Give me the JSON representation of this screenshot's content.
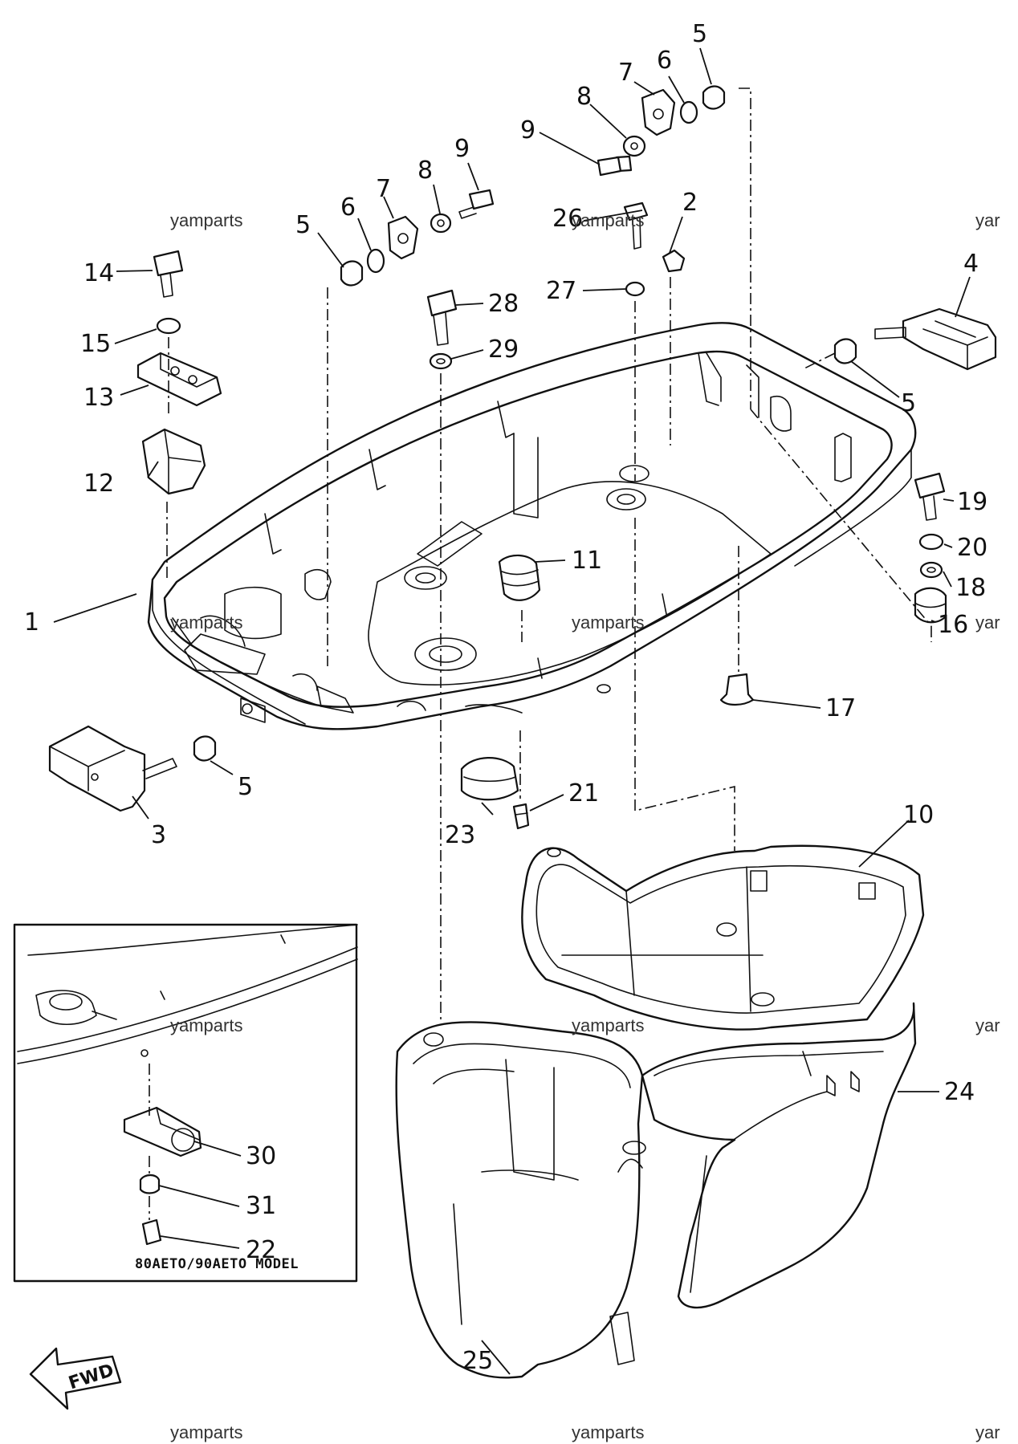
{
  "part_labels": {
    "p1": "1",
    "p2": "2",
    "p3": "3",
    "p4": "4",
    "p5a": "5",
    "p5b": "5",
    "p5c": "5",
    "p5d": "5",
    "p6a": "6",
    "p6b": "6",
    "p7a": "7",
    "p7b": "7",
    "p8a": "8",
    "p8b": "8",
    "p9a": "9",
    "p9b": "9",
    "p10": "10",
    "p11": "11",
    "p12": "12",
    "p13": "13",
    "p14": "14",
    "p15": "15",
    "p16": "16",
    "p17": "17",
    "p18": "18",
    "p19": "19",
    "p20": "20",
    "p21": "21",
    "p22": "22",
    "p23": "23",
    "p24": "24",
    "p25": "25",
    "p26": "26",
    "p27": "27",
    "p28": "28",
    "p29": "29",
    "p30": "30",
    "p31": "31"
  },
  "inset_caption": "80AETO/90AETO MODEL",
  "fwd_label": "FWD",
  "watermarks": [
    "yamparts",
    "yamparts",
    "yar",
    "yamparts",
    "yamparts",
    "yar",
    "yamparts",
    "yamparts",
    "yar",
    "yamparts",
    "yamparts",
    "yar"
  ]
}
